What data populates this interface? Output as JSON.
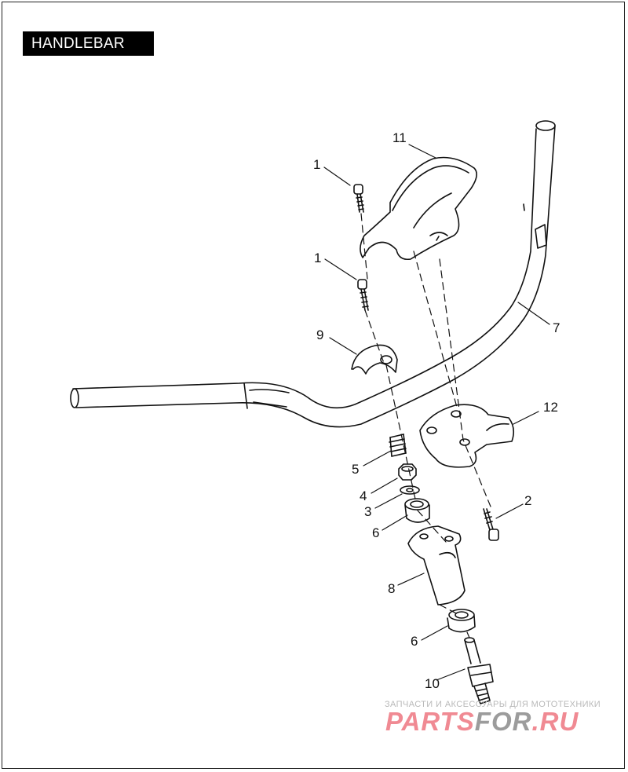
{
  "title": "HANDLEBAR",
  "callouts": [
    "1",
    "11",
    "1",
    "9",
    "7",
    "12",
    "5",
    "4",
    "3",
    "6",
    "2",
    "8",
    "6",
    "10"
  ],
  "watermark": {
    "tagline": "ЗАПЧАСТИ И АКСЕССУАРЫ ДЛЯ МОТОТЕХНИКИ",
    "brand_a": "PARTS",
    "brand_b": "FOR",
    "brand_c": ".RU"
  }
}
